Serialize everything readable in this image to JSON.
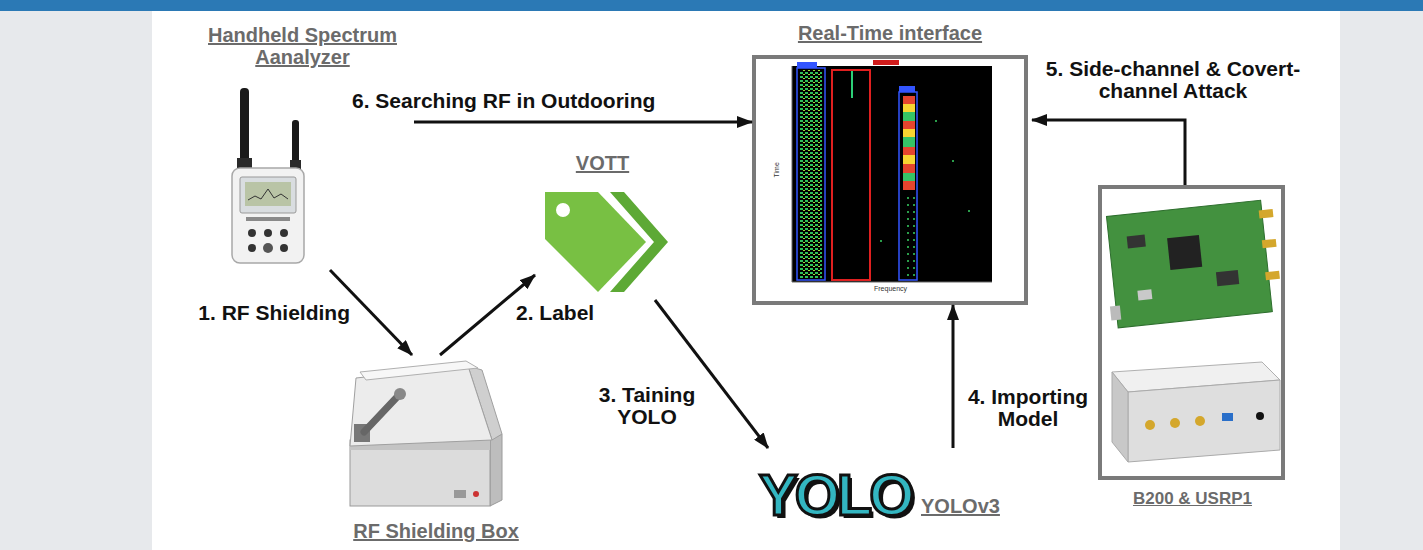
{
  "diagram": {
    "nodes": [
      {
        "text": [
          "Handheld Spectrum Aanalyzer"
        ]
      },
      {
        "text": [
          "RF Shielding Box"
        ]
      },
      {
        "text": [
          "VOTT"
        ]
      },
      {
        "text": [
          "YOLO",
          "YOLOv3"
        ]
      },
      {
        "text": [
          "Real-Time interface"
        ]
      },
      {
        "text": [
          "B200 & USRP1"
        ]
      }
    ],
    "edges": [
      {
        "from": 0,
        "to": 1,
        "label": "1. RF Shielding",
        "arrow": "to"
      },
      {
        "from": 1,
        "to": 2,
        "label": "2. Label",
        "arrow": "to"
      },
      {
        "from": 2,
        "to": 3,
        "label": "3. Taining YOLO",
        "arrow": "to"
      },
      {
        "from": 3,
        "to": 4,
        "label": "4. Importing Model",
        "arrow": "to"
      },
      {
        "from": 5,
        "to": 4,
        "label": "5. Side-channel & Covert-channel Attack",
        "arrow": "to"
      },
      {
        "from": 0,
        "to": 4,
        "label": "6. Searching RF in Outdooring",
        "arrow": "to"
      }
    ],
    "labels": [
      "Time",
      "Frequency"
    ]
  }
}
